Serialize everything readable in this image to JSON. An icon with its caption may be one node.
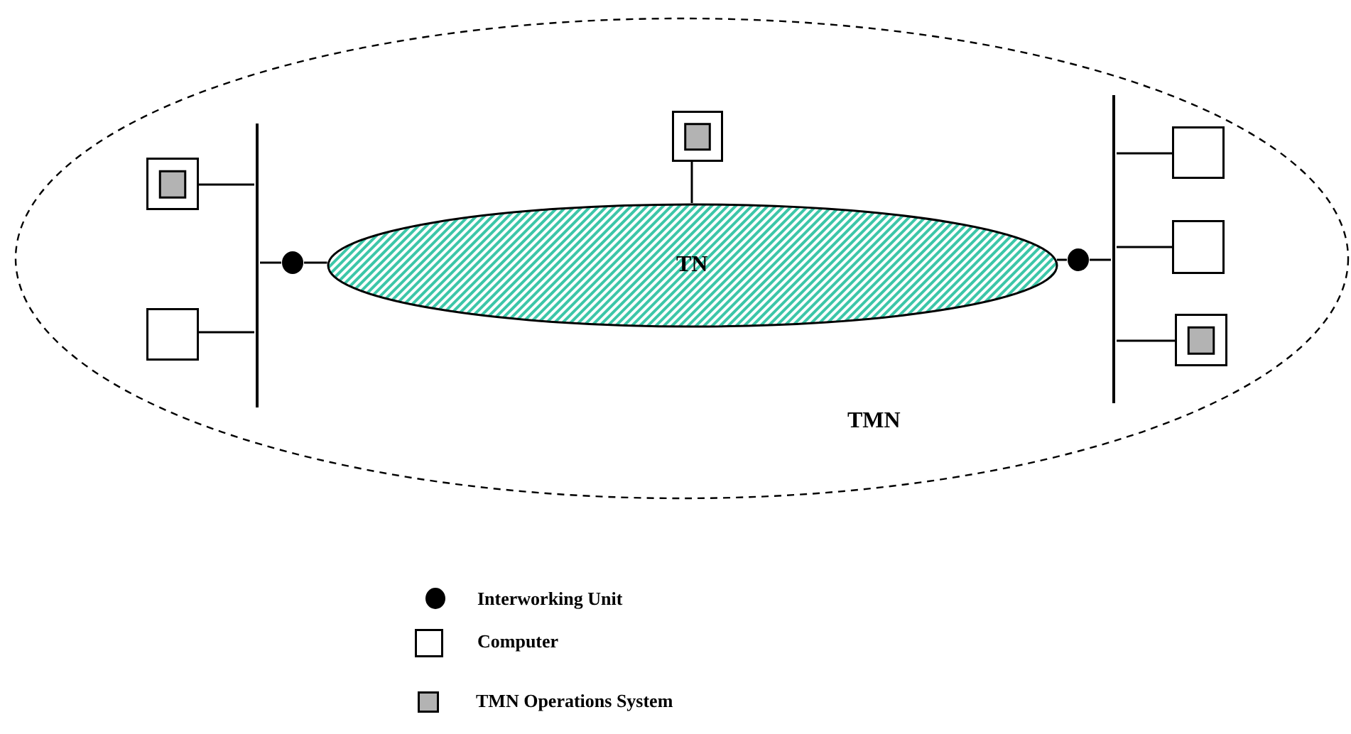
{
  "diagram": {
    "nodes": [
      {
        "text": [
          "TMN"
        ]
      },
      {
        "text": [
          "TN"
        ],
        "in": 0
      },
      {
        "text": [],
        "shape": "box",
        "in": 0
      },
      {
        "text": [],
        "shape": "box",
        "in": 0
      },
      {
        "text": [],
        "shape": "bar",
        "in": 0
      },
      {
        "text": [],
        "shape": "bar",
        "in": 0
      },
      {
        "text": [],
        "shape": "box",
        "in": 0
      },
      {
        "text": [],
        "shape": "box",
        "in": 0
      },
      {
        "text": [],
        "shape": "circle",
        "in": 0
      },
      {
        "text": [],
        "shape": "circle",
        "in": 0
      },
      {
        "text": [],
        "shape": "box",
        "in": 0
      },
      {
        "text": [],
        "shape": "box",
        "in": 0
      }
    ],
    "edges": [
      {
        "from": 3,
        "to": 4,
        "arrow": "none"
      },
      {
        "from": 10,
        "to": 4,
        "arrow": "none"
      },
      {
        "from": 4,
        "to": 8,
        "arrow": "none"
      },
      {
        "from": 8,
        "to": 1,
        "arrow": "none"
      },
      {
        "from": 2,
        "to": 1,
        "arrow": "none"
      },
      {
        "from": 1,
        "to": 9,
        "arrow": "none"
      },
      {
        "from": 9,
        "to": 5,
        "arrow": "none"
      },
      {
        "from": 5,
        "to": 6,
        "arrow": "none"
      },
      {
        "from": 5,
        "to": 7,
        "arrow": "none"
      },
      {
        "from": 5,
        "to": 11,
        "arrow": "none"
      }
    ],
    "legend": [
      {
        "text": "Interworking Unit",
        "color": "#000000"
      },
      {
        "text": "Computer"
      },
      {
        "text": "TMN Operations System",
        "color": "#b3b3b3"
      }
    ]
  }
}
